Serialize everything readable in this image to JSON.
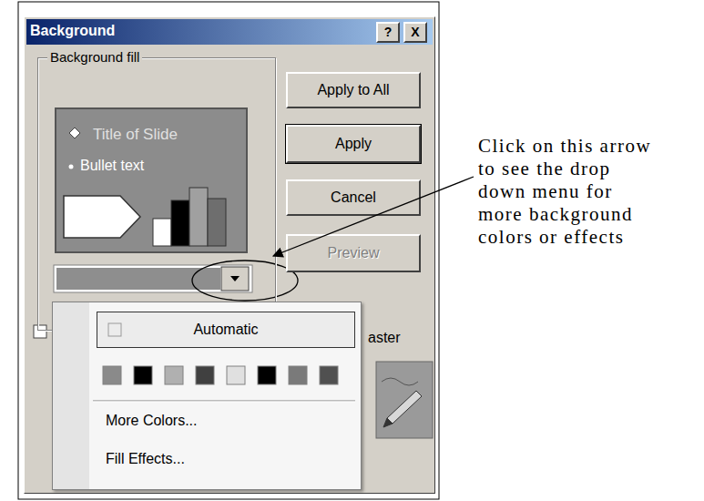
{
  "diagram": {
    "nodes": [
      {
        "text": [
          "Background"
        ]
      },
      {
        "text": [
          "?"
        ],
        "in": 0
      },
      {
        "text": [
          "X"
        ],
        "in": 0
      },
      {
        "text": [
          "Background fill"
        ],
        "in": 0
      },
      {
        "text": [
          "Title of Slide",
          "Bullet text"
        ],
        "in": 3
      },
      {
        "text": [
          "Apply to All"
        ],
        "in": 0
      },
      {
        "text": [
          "Apply"
        ],
        "in": 0
      },
      {
        "text": [
          "Cancel"
        ],
        "in": 0
      },
      {
        "text": [
          "Preview"
        ],
        "in": 0
      },
      {
        "text": [
          "More Colors...",
          "Fill Effects..."
        ],
        "in": 0
      },
      {
        "text": [
          "Automatic"
        ],
        "in": 9
      }
    ],
    "labels": [
      "aster",
      "Click on this arrow to see the drop down menu for more background colors or effects"
    ]
  }
}
